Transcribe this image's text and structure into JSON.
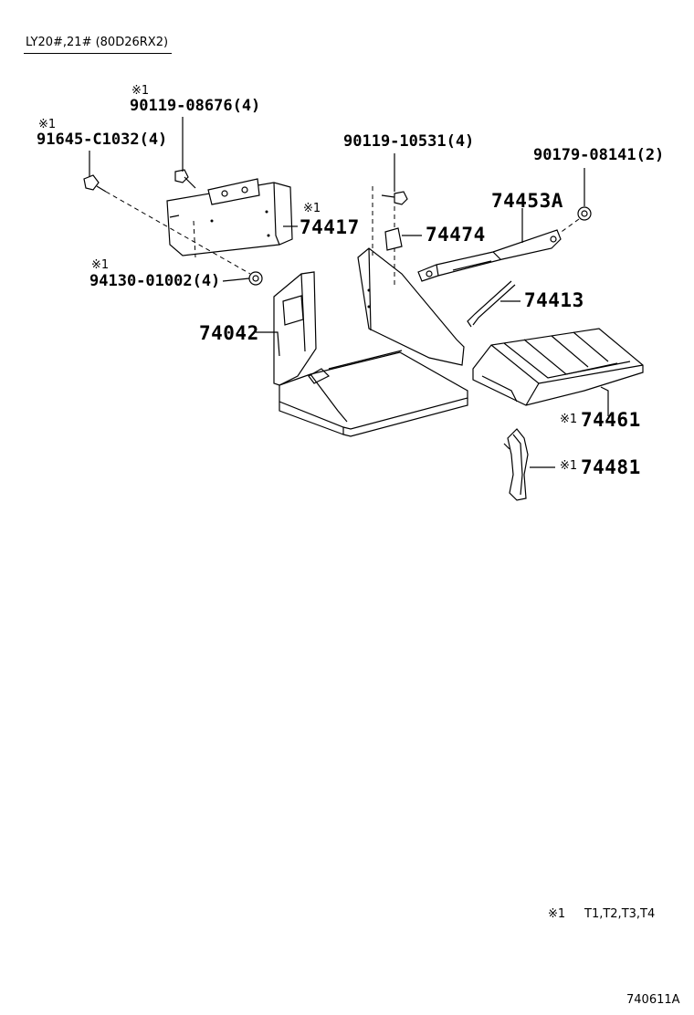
{
  "header": {
    "model_code": "LY20#,21# (80D26RX2)"
  },
  "footnote": {
    "mark": "※1",
    "text": "T1,T2,T3,T4"
  },
  "figure_id": "740611A",
  "callouts": {
    "bolt_90119_08676": {
      "mark": "※1",
      "part": "90119-08676(4)"
    },
    "bolt_91645_c1032": {
      "mark": "※1",
      "part": "91645-C1032(4)"
    },
    "nut_94130_01002": {
      "mark": "※1",
      "part": "94130-01002(4)"
    },
    "bolt_90119_10531": {
      "part": "90119-10531(4)"
    },
    "nut_90179_08141": {
      "part": "90179-08141(2)"
    },
    "bracket_74417": {
      "mark": "※1",
      "part": "74417"
    },
    "tray_74042": {
      "part": "74042"
    },
    "pad_74474": {
      "part": "74474"
    },
    "clamp_74453A": {
      "part": "74453A"
    },
    "rod_74413": {
      "part": "74413"
    },
    "cover_74461": {
      "mark": "※1",
      "part": "74461"
    },
    "clip_74481": {
      "mark": "※1",
      "part": "74481"
    }
  }
}
